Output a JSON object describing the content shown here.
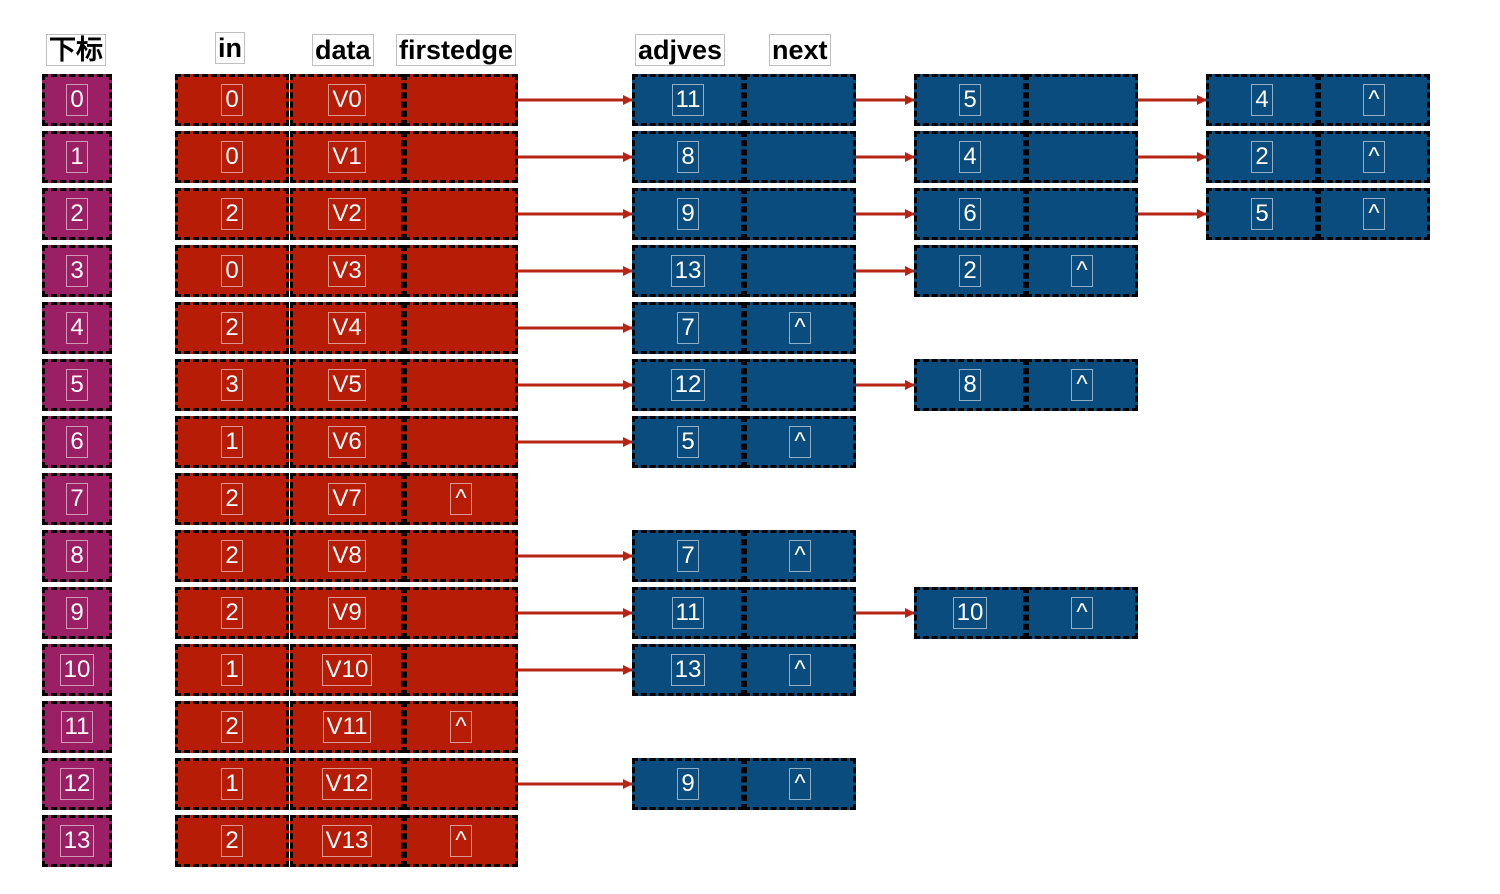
{
  "headers": {
    "index": "下标",
    "in": "in",
    "data": "data",
    "firstedge": "firstedge",
    "adjves": "adjves",
    "next": "next"
  },
  "colors": {
    "index_cell": "#9a1f64",
    "vertex_cell": "#b61c06",
    "edge_cell": "#0b4c7e",
    "arrow": "#b62414"
  },
  "rows": [
    {
      "index": "0",
      "in": "0",
      "data": "V0",
      "firstedge": "",
      "edges": [
        {
          "adjves": "11",
          "next": ""
        },
        {
          "adjves": "5",
          "next": ""
        },
        {
          "adjves": "4",
          "next": "^"
        }
      ]
    },
    {
      "index": "1",
      "in": "0",
      "data": "V1",
      "firstedge": "",
      "edges": [
        {
          "adjves": "8",
          "next": ""
        },
        {
          "adjves": "4",
          "next": ""
        },
        {
          "adjves": "2",
          "next": "^"
        }
      ]
    },
    {
      "index": "2",
      "in": "2",
      "data": "V2",
      "firstedge": "",
      "edges": [
        {
          "adjves": "9",
          "next": ""
        },
        {
          "adjves": "6",
          "next": ""
        },
        {
          "adjves": "5",
          "next": "^"
        }
      ]
    },
    {
      "index": "3",
      "in": "0",
      "data": "V3",
      "firstedge": "",
      "edges": [
        {
          "adjves": "13",
          "next": ""
        },
        {
          "adjves": "2",
          "next": "^"
        }
      ]
    },
    {
      "index": "4",
      "in": "2",
      "data": "V4",
      "firstedge": "",
      "edges": [
        {
          "adjves": "7",
          "next": "^"
        }
      ]
    },
    {
      "index": "5",
      "in": "3",
      "data": "V5",
      "firstedge": "",
      "edges": [
        {
          "adjves": "12",
          "next": ""
        },
        {
          "adjves": "8",
          "next": "^"
        }
      ]
    },
    {
      "index": "6",
      "in": "1",
      "data": "V6",
      "firstedge": "",
      "edges": [
        {
          "adjves": "5",
          "next": "^"
        }
      ]
    },
    {
      "index": "7",
      "in": "2",
      "data": "V7",
      "firstedge": "^",
      "edges": []
    },
    {
      "index": "8",
      "in": "2",
      "data": "V8",
      "firstedge": "",
      "edges": [
        {
          "adjves": "7",
          "next": "^"
        }
      ]
    },
    {
      "index": "9",
      "in": "2",
      "data": "V9",
      "firstedge": "",
      "edges": [
        {
          "adjves": "11",
          "next": ""
        },
        {
          "adjves": "10",
          "next": "^"
        }
      ]
    },
    {
      "index": "10",
      "in": "1",
      "data": "V10",
      "firstedge": "",
      "edges": [
        {
          "adjves": "13",
          "next": "^"
        }
      ]
    },
    {
      "index": "11",
      "in": "2",
      "data": "V11",
      "firstedge": "^",
      "edges": []
    },
    {
      "index": "12",
      "in": "1",
      "data": "V12",
      "firstedge": "",
      "edges": [
        {
          "adjves": "9",
          "next": "^"
        }
      ]
    },
    {
      "index": "13",
      "in": "2",
      "data": "V13",
      "firstedge": "^",
      "edges": []
    }
  ]
}
